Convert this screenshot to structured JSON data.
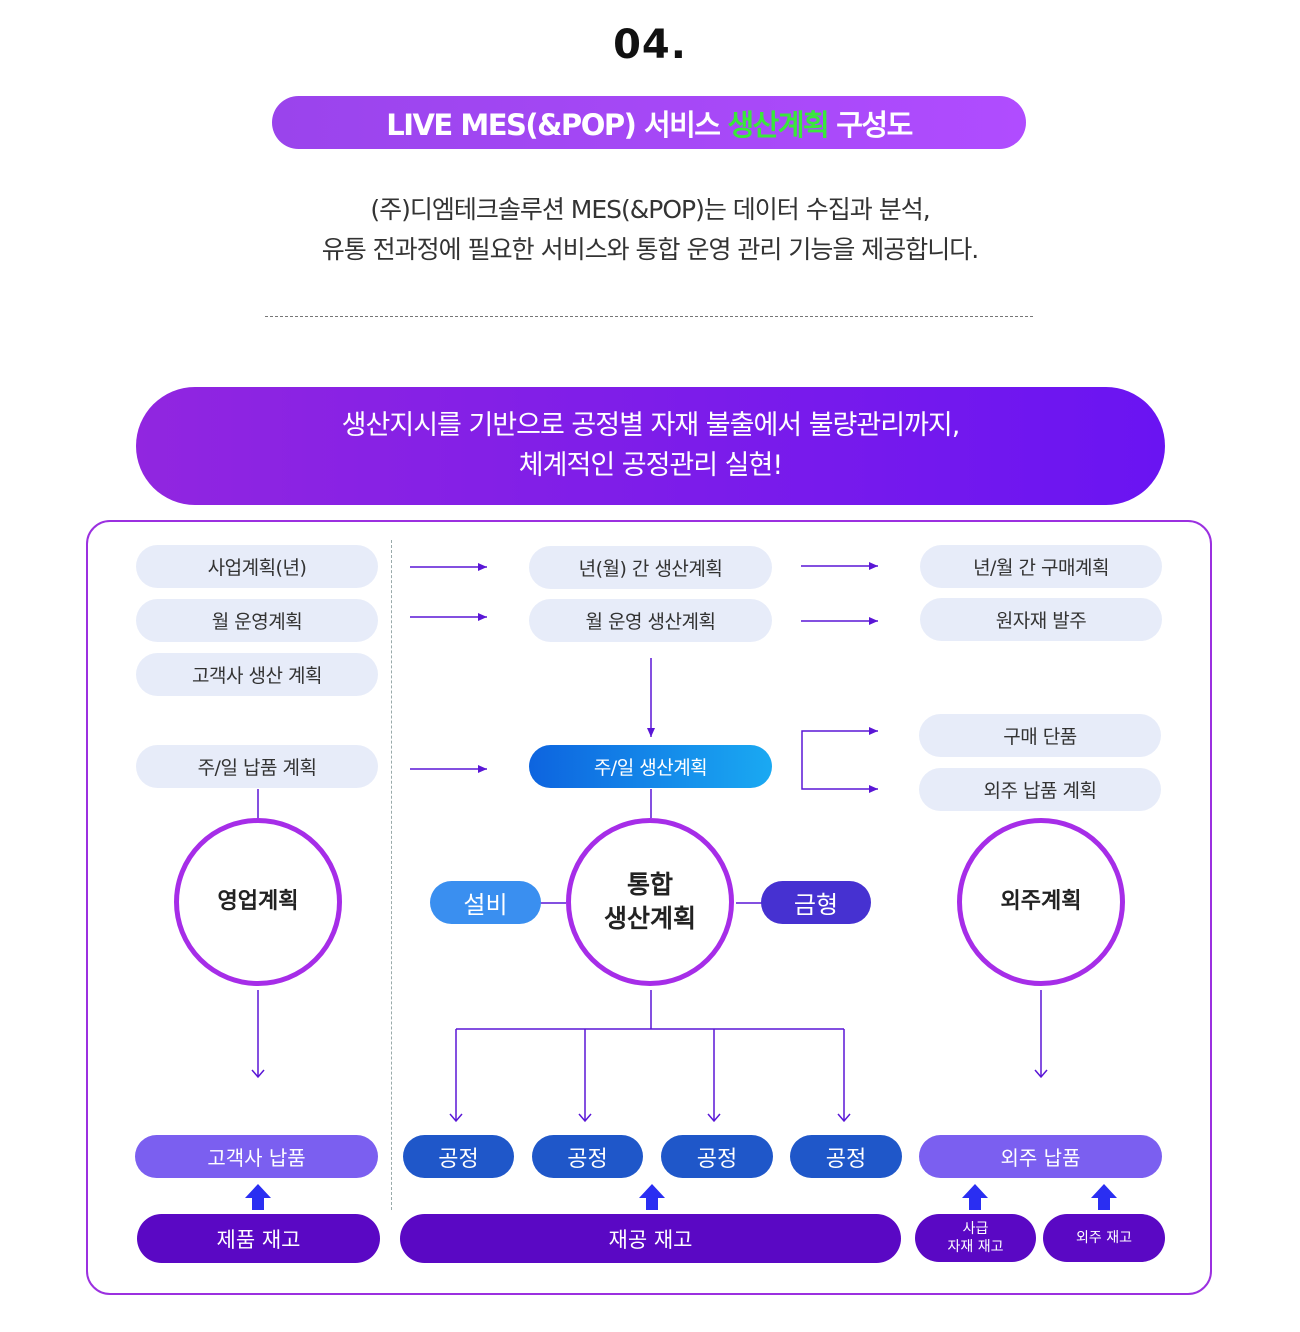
{
  "header": {
    "section_number": "04.",
    "title_prefix": "LIVE MES(&POP) 서비스",
    "title_accent": "생산계획",
    "title_suffix": "구성도",
    "description_line1": "(주)디엠테크솔루션 MES(&POP)는 데이터 수집과 분석,",
    "description_line2": "유통 전과정에 필요한 서비스와 통합 운영 관리 기능을 제공합니다."
  },
  "banner": {
    "line1": "생산지시를 기반으로 공정별 자재 불출에서 불량관리까지,",
    "line2": "체계적인 공정관리 실현!"
  },
  "left": {
    "items": [
      "사업계획(년)",
      "월 운영계획",
      "고객사 생산 계획",
      "주/일 납품 계획"
    ],
    "circle": "영업계획",
    "delivery": "고객사 납품",
    "stock": "제품 재고"
  },
  "center": {
    "items": [
      "년(월) 간 생산계획",
      "월 운영 생산계획"
    ],
    "weekly": "주/일 생산계획",
    "circle_line1": "통합",
    "circle_line2": "생산계획",
    "equipment": "설비",
    "mold": "금형",
    "processes": [
      "공정",
      "공정",
      "공정",
      "공정"
    ],
    "wip_stock": "재공 재고"
  },
  "right": {
    "items": [
      "년/월 간 구매계획",
      "원자재 발주",
      "구매 단품",
      "외주 납품 계획"
    ],
    "circle": "외주계획",
    "delivery": "외주 납품",
    "supplied_line1": "사급",
    "supplied_line2": "자재 재고",
    "outsource_stock": "외주 재고"
  },
  "colors": {
    "line": "#5a16d6",
    "circle_border": "#a62de8",
    "arrow_up": "#2a2ef2",
    "equipment": "#3a8ff0",
    "mold": "#4631d1"
  }
}
